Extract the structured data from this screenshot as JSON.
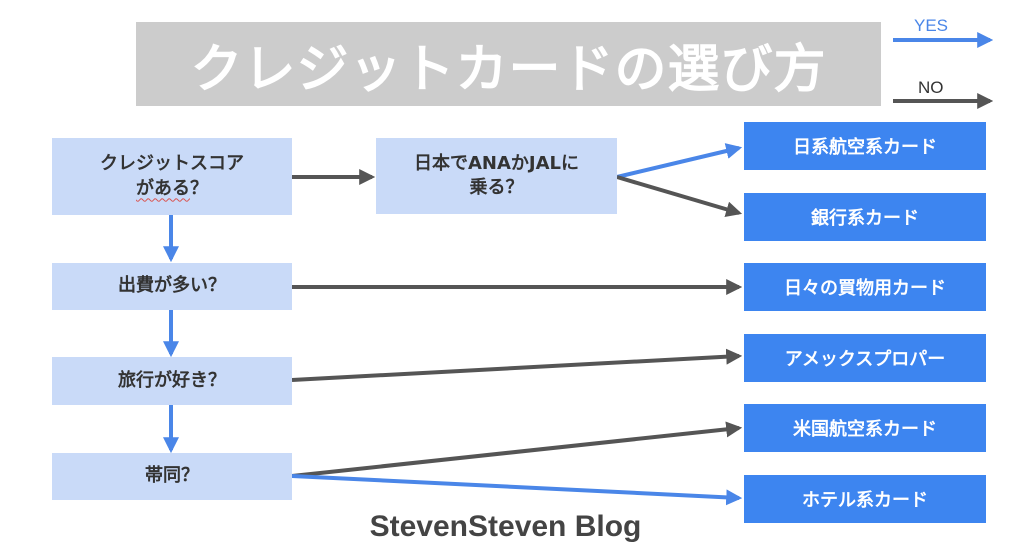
{
  "title": "クレジットカードの選び方",
  "legend": {
    "yes_label": "YES",
    "no_label": "NO",
    "yes_color": "#4a86e8",
    "no_color": "#555555"
  },
  "questions": {
    "credit_score_line1": "クレジットスコア",
    "credit_score_line2a": "がある",
    "credit_score_line2b": "？",
    "ana_jal_line1": "日本でANAかJALに",
    "ana_jal_line2": "乗る？",
    "spending": "出費が多い？",
    "travel": "旅行が好き？",
    "companion": "帯同？"
  },
  "answers": {
    "airline_japan": "日系航空系カード",
    "bank": "銀行系カード",
    "daily": "日々の買物用カード",
    "amex": "アメックスプロパー",
    "airline_us": "米国航空系カード",
    "hotel": "ホテル系カード"
  },
  "colors": {
    "question_bg": "#c9daf8",
    "answer_bg": "#3d85f0",
    "title_bg": "#cccccc"
  },
  "footer": "StevenSteven Blog"
}
